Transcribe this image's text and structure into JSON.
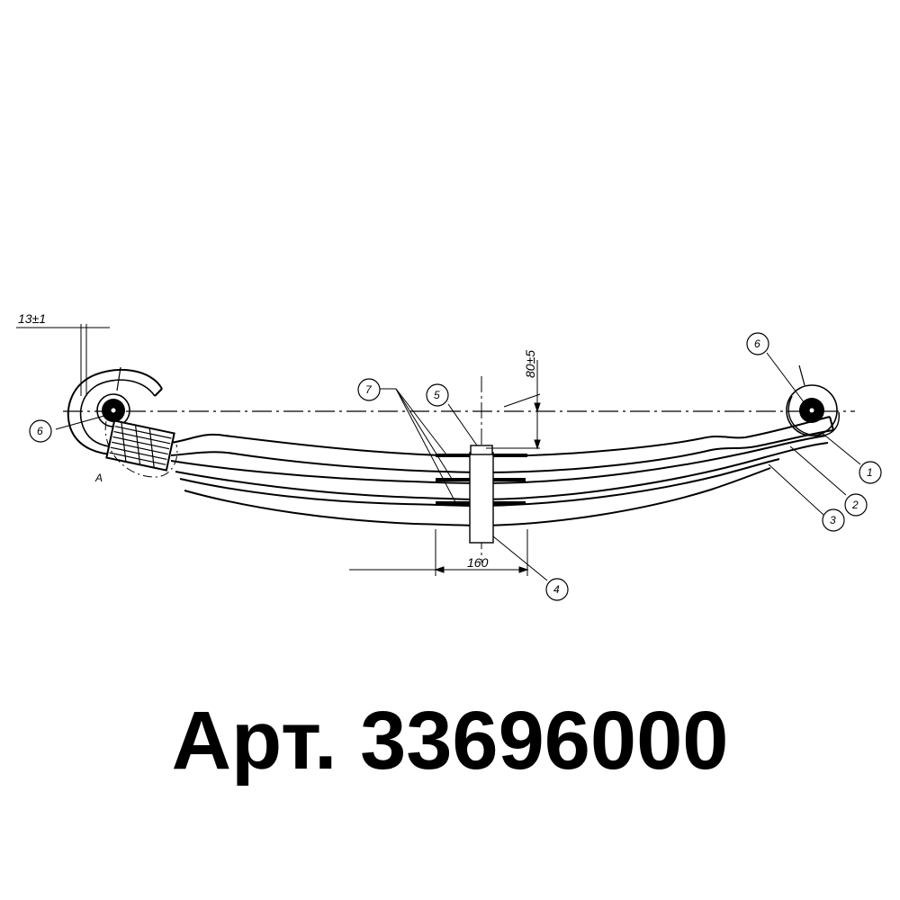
{
  "dimensions": {
    "eye_offset": "13±1",
    "camber": "80±5",
    "seat_width": "160"
  },
  "callouts": {
    "c1": "1",
    "c2": "2",
    "c3": "3",
    "c4": "4",
    "c5": "5",
    "c6_left": "6",
    "c6_right": "6",
    "c7": "7"
  },
  "view_label": "A",
  "caption": "Арт. 33696000",
  "colors": {
    "ink": "#000000",
    "background": "#ffffff"
  }
}
